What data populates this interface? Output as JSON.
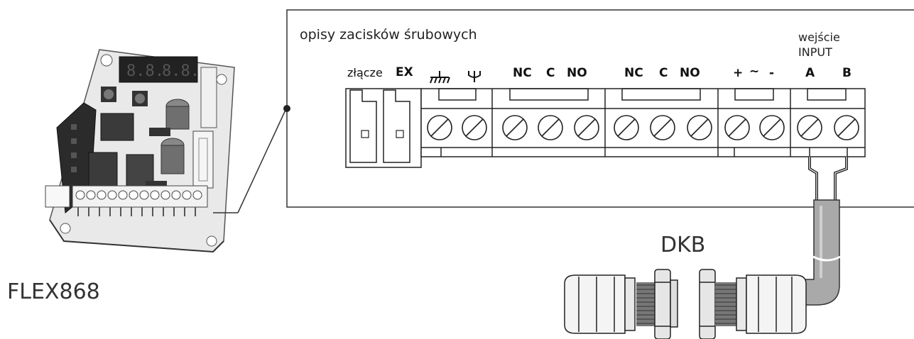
{
  "board": {
    "name": "FLEX868"
  },
  "gland": {
    "name": "DKB"
  },
  "panel": {
    "title": "opisy zacisków śrubowych"
  },
  "input_heading": {
    "line1": "wejście",
    "line2": "INPUT"
  },
  "terminal_labels": {
    "connector_word": "złącze",
    "connector_ex": "EX",
    "ground_icon": "earth-ground-icon",
    "antenna_icon": "antenna-icon",
    "relay1": [
      "NC",
      "C",
      "NO"
    ],
    "relay2": [
      "NC",
      "C",
      "NO"
    ],
    "power": [
      "+",
      "~",
      "-"
    ],
    "input": [
      "A",
      "B"
    ]
  }
}
